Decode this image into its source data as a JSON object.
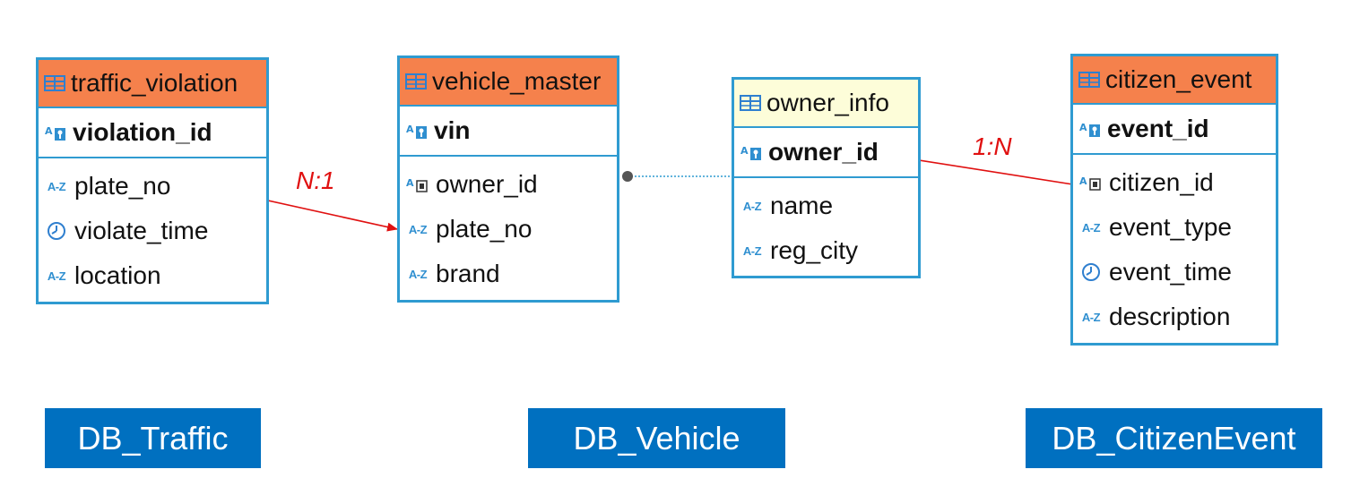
{
  "tables": {
    "traffic_violation": {
      "title": "traffic_violation",
      "pk": "violation_id",
      "columns": [
        {
          "name": "plate_no",
          "icon": "az-icon"
        },
        {
          "name": "violate_time",
          "icon": "clock-icon"
        },
        {
          "name": "location",
          "icon": "az-icon"
        }
      ]
    },
    "vehicle_master": {
      "title": "vehicle_master",
      "pk": "vin",
      "columns": [
        {
          "name": "owner_id",
          "icon": "foreign-key-icon"
        },
        {
          "name": "plate_no",
          "icon": "az-icon"
        },
        {
          "name": "brand",
          "icon": "az-icon"
        }
      ]
    },
    "owner_info": {
      "title": "owner_info",
      "pk": "owner_id",
      "columns": [
        {
          "name": "name",
          "icon": "az-icon"
        },
        {
          "name": "reg_city",
          "icon": "az-icon"
        }
      ]
    },
    "citizen_event": {
      "title": "citizen_event",
      "pk": "event_id",
      "columns": [
        {
          "name": "citizen_id",
          "icon": "foreign-key-icon"
        },
        {
          "name": "event_type",
          "icon": "az-icon"
        },
        {
          "name": "event_time",
          "icon": "clock-icon"
        },
        {
          "name": "description",
          "icon": "az-icon"
        }
      ]
    }
  },
  "relations": {
    "n_to_1": "N:1",
    "one_to_n": "1:N"
  },
  "databases": {
    "traffic": "DB_Traffic",
    "vehicle": "DB_Vehicle",
    "citizen_event": "DB_CitizenEvent"
  },
  "colors": {
    "header_orange": "#f5814c",
    "header_light": "#fdfdd9",
    "border_blue": "#2f9bd1",
    "db_blue": "#0070c0",
    "relation_red": "#e01010"
  }
}
